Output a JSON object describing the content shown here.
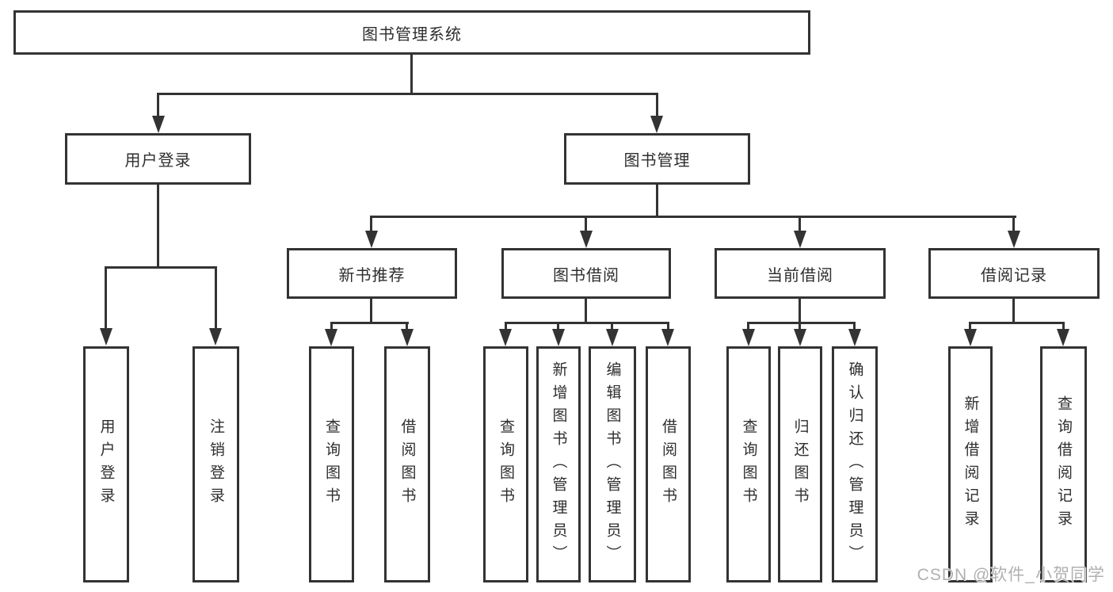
{
  "tree": {
    "root": "图书管理系统",
    "branches": [
      {
        "label": "用户登录",
        "children": [
          "用户登录",
          "注销登录"
        ]
      },
      {
        "label": "图书管理",
        "groups": [
          {
            "label": "新书推荐",
            "children": [
              "查询图书",
              "借阅图书"
            ]
          },
          {
            "label": "图书借阅",
            "children": [
              "查询图书",
              "新增图书（管理员）",
              "编辑图书（管理员）",
              "借阅图书"
            ]
          },
          {
            "label": "当前借阅",
            "children": [
              "查询图书",
              "归还图书",
              "确认归还（管理员）"
            ]
          },
          {
            "label": "借阅记录",
            "children": [
              "新增借阅记录",
              "查询借阅记录"
            ]
          }
        ]
      }
    ]
  },
  "watermark": {
    "text": "CSDN @软件_小贺同学"
  },
  "colors": {
    "line": "#333333",
    "box_fill": "#ffffff",
    "text": "#2e2e2e",
    "watermark": "#b0b0b0"
  }
}
